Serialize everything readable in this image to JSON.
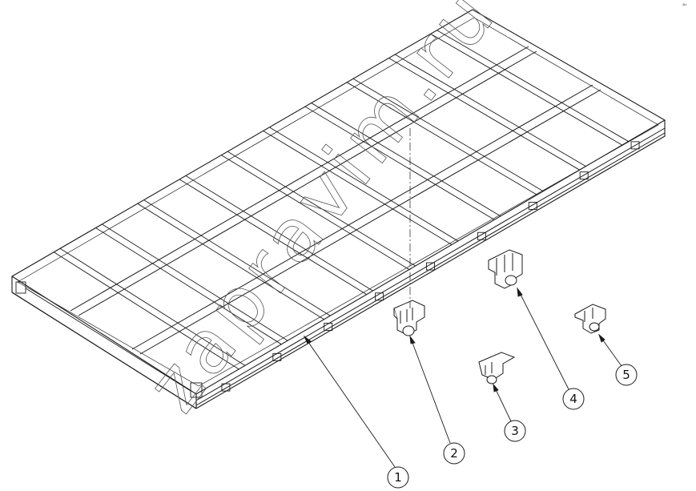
{
  "diagram": {
    "callouts": [
      {
        "id": "1",
        "label": "1"
      },
      {
        "id": "2",
        "label": "2"
      },
      {
        "id": "3",
        "label": "3"
      },
      {
        "id": "4",
        "label": "4"
      },
      {
        "id": "5",
        "label": "5"
      }
    ],
    "watermark_text": "zapravim.ru",
    "corner_mark": "°'"
  },
  "colors": {
    "line": "#1a1a1a",
    "background": "#ffffff"
  }
}
